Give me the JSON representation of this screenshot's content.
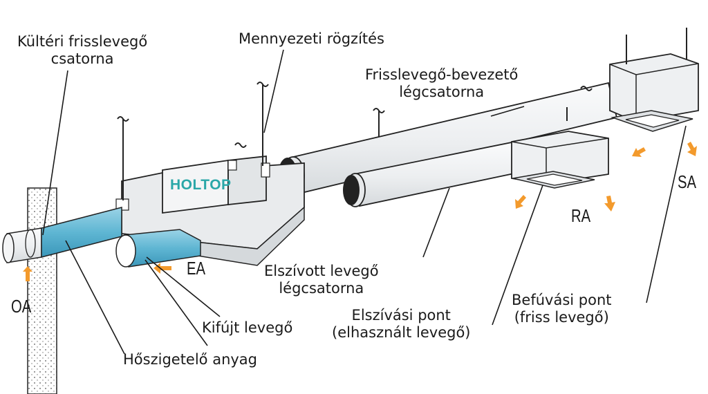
{
  "brand": {
    "logo_text": "HOLTOP",
    "logo_color": "#2aa7a8"
  },
  "colors": {
    "insulation": "#5fb6d3",
    "arrow": "#f39a2c",
    "line": "#1a1a1a",
    "duct": "#f2f3f4"
  },
  "labels": {
    "outdoor_fresh_air_duct_l1": "Kültéri frisslevegő",
    "outdoor_fresh_air_duct_l2": "csatorna",
    "ceiling_mount": "Mennyezeti rögzítés",
    "fresh_air_inlet_duct_l1": "Frisslevegő-bevezető",
    "fresh_air_inlet_duct_l2": "légcsatorna",
    "extract_air_duct_l1": "Elszívott levegő",
    "extract_air_duct_l2": "légcsatorna",
    "exhaust_air": "Kifújt levegő",
    "insulation_material": "Hőszigetelő anyag",
    "extraction_point_l1": "Elszívási pont",
    "extraction_point_l2": "(elhasznált levegő)",
    "supply_point_l1": "Befúvási pont",
    "supply_point_l2": "(friss levegő)"
  },
  "flows": {
    "oa": "OA",
    "ea": "EA",
    "ra": "RA",
    "sa": "SA"
  }
}
